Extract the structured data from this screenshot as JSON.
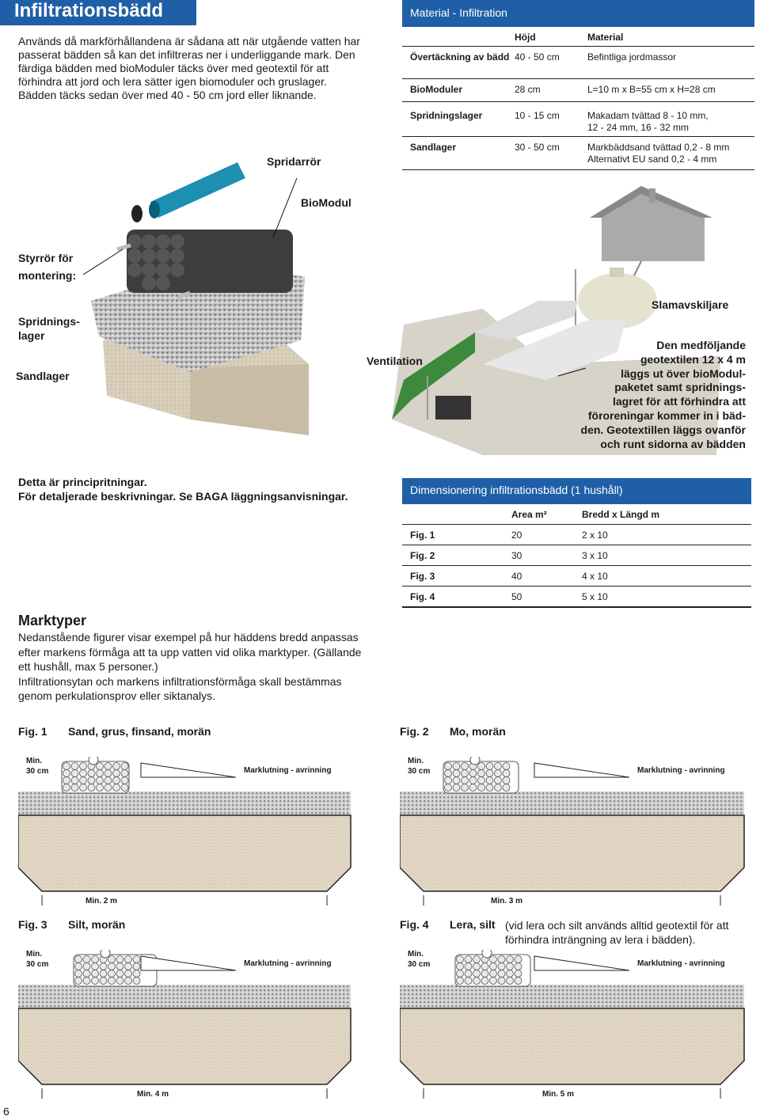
{
  "header": {
    "title": "Infiltrationsbädd"
  },
  "intro": {
    "p1": "Används då markförhållandena är sådana att när utgående vatten har passerat bädden så kan det infiltreras ner i underliggande mark. Den färdiga bädden med bioModuler täcks över med geotextil för att förhindra att jord och lera sätter igen biomoduler och gruslager.",
    "p2": "Bädden täcks sedan över med 40 - 50 cm jord eller liknande."
  },
  "material_table": {
    "title": "Material - Infiltration",
    "col_height": "Höjd",
    "col_material": "Material",
    "rows": [
      {
        "name": "Övertäckning av bädd",
        "height": "40 - 50 cm",
        "material": "Befintliga jordmassor",
        "material2": ""
      },
      {
        "name": "BioModuler",
        "height": "28 cm",
        "material": "L=10 m x B=55 cm x H=28 cm",
        "material2": ""
      },
      {
        "name": "Spridningslager",
        "height": "10 - 15 cm",
        "material": "Makadam tvättad 8 - 10 mm,",
        "material2": "12 - 24 mm, 16 - 32 mm"
      },
      {
        "name": "Sandlager",
        "height": "30 - 50 cm",
        "material": "Markbäddsand tvättad 0,2 - 8 mm",
        "material2": "Alternativt EU sand  0,2 - 4 mm"
      }
    ]
  },
  "illustration_labels": {
    "spridarror": "Spridarrör",
    "biomodul": "BioModul",
    "styrror1": "Styrrör för",
    "styrror2": "montering:",
    "spridning1": "Spridnings-",
    "spridning2": "lager",
    "sandlager": "Sandlager",
    "ventilation": "Ventilation",
    "slamavskiljare": "Slamavskiljare",
    "geotextil": [
      "Den medföljande",
      "geotextilen 12 x 4 m",
      "läggs ut över bioModul-",
      "paketet samt spridnings-",
      "lagret för att förhindra att",
      "föroreningar kommer in i bäd-",
      "den. Geotextillen läggs ovanför",
      "och runt sidorna av bädden"
    ]
  },
  "principle_note": {
    "line1": "Detta är principritningar.",
    "line2": "För detaljerade beskrivningar. Se BAGA läggningsanvisningar."
  },
  "dim_table": {
    "title": "Dimensionering infiltrationsbädd  (1 hushåll)",
    "col_area": "Area m²",
    "col_size": "Bredd x Längd m",
    "rows": [
      {
        "fig": "Fig. 1",
        "area": "20",
        "size": "2 x 10"
      },
      {
        "fig": "Fig. 2",
        "area": "30",
        "size": "3 x 10"
      },
      {
        "fig": "Fig. 3",
        "area": "40",
        "size": "4 x 10"
      },
      {
        "fig": "Fig. 4",
        "area": "50",
        "size": "5 x 10"
      }
    ]
  },
  "marktyper": {
    "heading": "Marktyper",
    "p1": "Nedanstående figurer visar exempel på hur häddens bredd anpassas efter markens förmåga att ta upp vatten vid olika marktyper. (Gällande ett hushåll, max 5 personer.)",
    "p2": "Infiltrationsytan och markens infiltrationsförmåga skall bestämmas genom perkulationsprov eller siktanalys."
  },
  "figures": [
    {
      "label": "Fig. 1",
      "soil": "Sand, grus, finsand, morän",
      "min_depth1": "Min.",
      "min_depth2": "30 cm",
      "slope": "Marklutning -  avrinning",
      "min_width": "Min. 2 m",
      "note": ""
    },
    {
      "label": "Fig. 2",
      "soil": "Mo, morän",
      "min_depth1": "Min.",
      "min_depth2": "30 cm",
      "slope": "Marklutning -  avrinning",
      "min_width": "Min. 3 m",
      "note": ""
    },
    {
      "label": "Fig. 3",
      "soil": "Silt, morän",
      "min_depth1": "Min.",
      "min_depth2": "30 cm",
      "slope": "Marklutning -  avrinning",
      "min_width": "Min. 4 m",
      "note": ""
    },
    {
      "label": "Fig. 4",
      "soil": "Lera, silt",
      "min_depth1": "Min.",
      "min_depth2": "30 cm",
      "slope": "Marklutning -  avrinning",
      "min_width": "Min. 5 m",
      "note": "(vid lera och silt används alltid geotextil för att förhindra inträngning av lera i bädden)."
    }
  ],
  "page_number": "6"
}
